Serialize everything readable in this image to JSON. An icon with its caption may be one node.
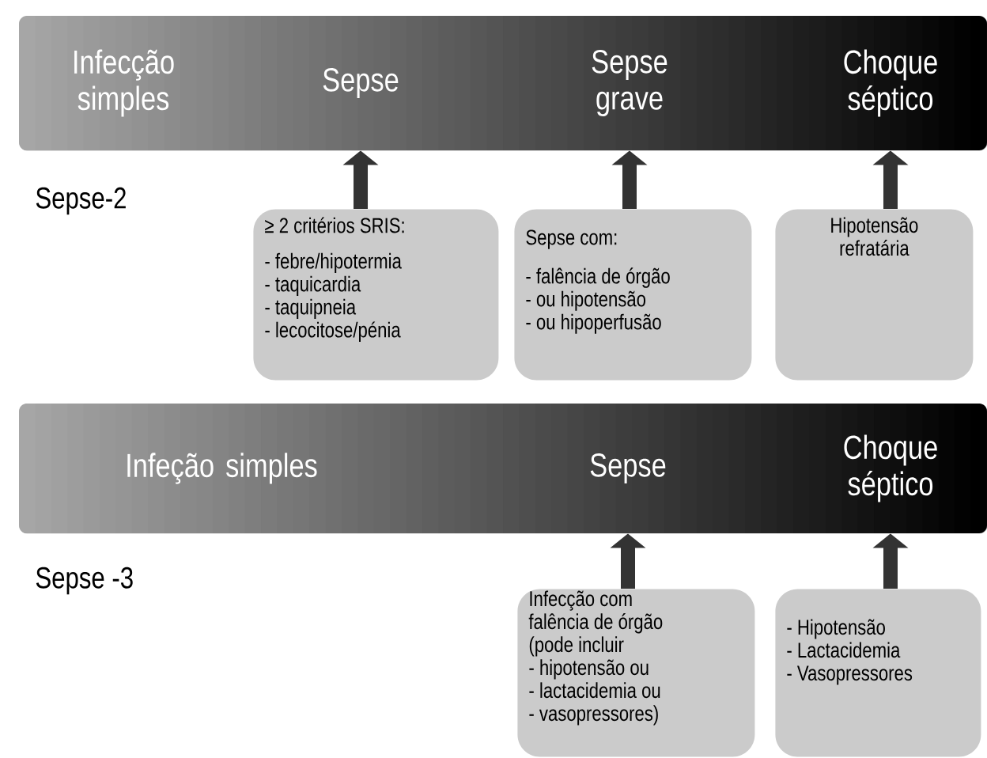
{
  "diagram": {
    "nodes": [
      {
        "text": [],
        "shape": "bar"
      },
      {
        "text": [
          "Infecção simples"
        ],
        "in": 0
      },
      {
        "text": [
          "Sepse"
        ],
        "in": 0
      },
      {
        "text": [
          "Sepse grave"
        ],
        "in": 0
      },
      {
        "text": [
          "Choque séptico"
        ],
        "in": 0
      },
      {
        "text": [
          "≥ 2 critérios SRIS:",
          "- febre/hipotermia",
          "- taquicardia",
          "- taquipneia",
          "- lecocitose/pénia"
        ]
      },
      {
        "text": [
          "Sepse com:",
          "- falência de órgão",
          "- ou hipotensão",
          "- ou hipoperfusão"
        ]
      },
      {
        "text": [
          "Hipotensão refratária"
        ]
      },
      {
        "text": [],
        "shape": "bar"
      },
      {
        "text": [
          "Infeção simples"
        ],
        "in": 8
      },
      {
        "text": [
          "Sepse"
        ],
        "in": 8
      },
      {
        "text": [
          "Choque séptico"
        ],
        "in": 8
      },
      {
        "text": [
          "Infecção com falência de órgão (pode incluir",
          "- hipotensão ou",
          "- lactacidemia ou",
          "- vasopressores)"
        ]
      },
      {
        "text": [
          "- Hipotensão",
          "- Lactacidemia",
          "- Vasopressores"
        ]
      }
    ],
    "edges": [
      {
        "from": 5,
        "to": 2,
        "arrow": "to"
      },
      {
        "from": 6,
        "to": 3,
        "arrow": "to"
      },
      {
        "from": 7,
        "to": 4,
        "arrow": "to"
      },
      {
        "from": 12,
        "to": 10,
        "arrow": "to"
      },
      {
        "from": 13,
        "to": 11,
        "arrow": "to"
      }
    ],
    "labels": [
      "Sepse-2",
      "Sepse -3"
    ]
  }
}
